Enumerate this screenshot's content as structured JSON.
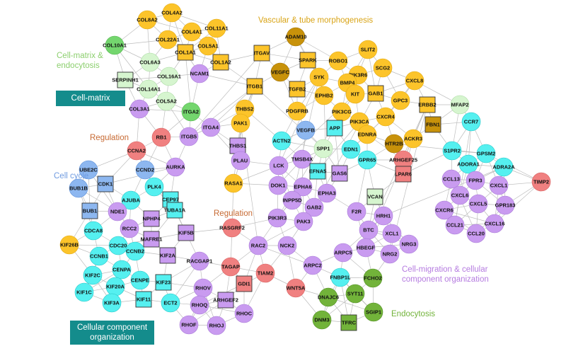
{
  "colors": {
    "vascular": "#FCC42A",
    "vascular_dark": "#C8920A",
    "cellmatrix": "#D6F5CF",
    "cellmatrix_green": "#74D66E",
    "migration": "#C99BF0",
    "cellcycle_cyan": "#55F0F0",
    "cellcycle_blue": "#8DB7F0",
    "regulation": "#F08080",
    "endocytosis": "#72B33A",
    "edge": "#BDBDBD",
    "teal_box": "#148C8C"
  },
  "cluster_labels": [
    {
      "key": "vascular",
      "text": "Vascular & tube morphogenesis",
      "color": "#D9A416"
    },
    {
      "key": "cellmatrix_endo",
      "text": "Cell-matrix &\nendocytosis",
      "color": "#8CCF6E"
    },
    {
      "key": "regulation1",
      "text": "Regulation",
      "color": "#C76A33"
    },
    {
      "key": "cellcycle",
      "text": "Cell cycle",
      "color": "#6F9BE0"
    },
    {
      "key": "regulation2",
      "text": "Regulation",
      "color": "#C76A33"
    },
    {
      "key": "migration",
      "text": "Cell-migration & cellular\ncomponent organization",
      "color": "#B57BE0"
    },
    {
      "key": "endocytosis",
      "text": "Endocytosis",
      "color": "#72B33A"
    }
  ],
  "cluster_boxes": [
    {
      "key": "cellmatrix",
      "text": "Cell-matrix"
    },
    {
      "key": "ccorg",
      "text": "Cellular component\norganization"
    }
  ],
  "nodes": [
    {
      "id": "COL4A2",
      "g": "vascular",
      "s": "c"
    },
    {
      "id": "COL8A2",
      "g": "vascular",
      "s": "c"
    },
    {
      "id": "COL4A1",
      "g": "vascular",
      "s": "c"
    },
    {
      "id": "COL22A1",
      "g": "vascular",
      "s": "c"
    },
    {
      "id": "COL11A1",
      "g": "vascular",
      "s": "c"
    },
    {
      "id": "COL10A1",
      "g": "cellmatrix_green",
      "s": "c"
    },
    {
      "id": "COL1A1",
      "g": "vascular",
      "s": "sq"
    },
    {
      "id": "COL5A1",
      "g": "vascular",
      "s": "c"
    },
    {
      "id": "COL6A3",
      "g": "cellmatrix",
      "s": "c"
    },
    {
      "id": "COL1A2",
      "g": "vascular",
      "s": "sq"
    },
    {
      "id": "ITGAV",
      "g": "vascular",
      "s": "sq"
    },
    {
      "id": "NCAM1",
      "g": "migration",
      "s": "c"
    },
    {
      "id": "SERPINH1",
      "g": "cellmatrix",
      "s": "sq"
    },
    {
      "id": "COL16A1",
      "g": "cellmatrix",
      "s": "c"
    },
    {
      "id": "COL14A1",
      "g": "cellmatrix",
      "s": "c"
    },
    {
      "id": "COL5A2",
      "g": "cellmatrix",
      "s": "c"
    },
    {
      "id": "COL3A1",
      "g": "migration",
      "s": "c"
    },
    {
      "id": "ITGA2",
      "g": "cellmatrix_green",
      "s": "c"
    },
    {
      "id": "ADAM10",
      "g": "vascular_dark",
      "s": "c"
    },
    {
      "id": "SLIT2",
      "g": "vascular",
      "s": "c"
    },
    {
      "id": "SPARK",
      "g": "vascular",
      "s": "sq"
    },
    {
      "id": "ROBO1",
      "g": "vascular",
      "s": "c"
    },
    {
      "id": "VEGFC",
      "g": "vascular_dark",
      "s": "c"
    },
    {
      "id": "SCG2",
      "g": "vascular",
      "s": "c"
    },
    {
      "id": "PIK3R6",
      "g": "vascular",
      "s": "c"
    },
    {
      "id": "SYK",
      "g": "vascular",
      "s": "c"
    },
    {
      "id": "ITGB1",
      "g": "vascular",
      "s": "sq"
    },
    {
      "id": "TGFB2",
      "g": "vascular",
      "s": "sq"
    },
    {
      "id": "BMP4",
      "g": "vascular",
      "s": "c"
    },
    {
      "id": "CXCL8",
      "g": "vascular",
      "s": "c"
    },
    {
      "id": "GAB1",
      "g": "vascular",
      "s": "sq"
    },
    {
      "id": "KIT",
      "g": "vascular",
      "s": "c"
    },
    {
      "id": "EPHB2",
      "g": "vascular",
      "s": "c"
    },
    {
      "id": "ERBB2",
      "g": "vascular",
      "s": "sq"
    },
    {
      "id": "GPC3",
      "g": "vascular",
      "s": "c"
    },
    {
      "id": "PIK3CG",
      "g": "vascular",
      "s": "c"
    },
    {
      "id": "MFAP2",
      "g": "cellmatrix",
      "s": "c"
    },
    {
      "id": "THBS2",
      "g": "vascular",
      "s": "c"
    },
    {
      "id": "PDGFRB",
      "g": "vascular",
      "s": "c"
    },
    {
      "id": "CXCR4",
      "g": "vascular",
      "s": "c"
    },
    {
      "id": "PIK3CA",
      "g": "vascular",
      "s": "c"
    },
    {
      "id": "FBN1",
      "g": "vascular_dark",
      "s": "sq"
    },
    {
      "id": "RB1",
      "g": "regulation",
      "s": "c"
    },
    {
      "id": "PAK1",
      "g": "vascular",
      "s": "c"
    },
    {
      "id": "ITGA4",
      "g": "migration",
      "s": "c"
    },
    {
      "id": "ITGB5",
      "g": "migration",
      "s": "c"
    },
    {
      "id": "VEGFB",
      "g": "cellcycle_blue",
      "s": "c"
    },
    {
      "id": "APP",
      "g": "cellcycle_cyan",
      "s": "sq"
    },
    {
      "id": "EDNRA",
      "g": "vascular",
      "s": "c"
    },
    {
      "id": "ACKR3",
      "g": "vascular",
      "s": "c"
    },
    {
      "id": "HTR2B",
      "g": "vascular_dark",
      "s": "c"
    },
    {
      "id": "CCR7",
      "g": "cellcycle_cyan",
      "s": "c"
    },
    {
      "id": "CCNA2",
      "g": "regulation",
      "s": "c"
    },
    {
      "id": "THBS1",
      "g": "migration",
      "s": "sq"
    },
    {
      "id": "ACTN2",
      "g": "cellcycle_cyan",
      "s": "c"
    },
    {
      "id": "SPP1",
      "g": "cellmatrix",
      "s": "c"
    },
    {
      "id": "EDN1",
      "g": "cellcycle_cyan",
      "s": "c"
    },
    {
      "id": "ARHGEF25",
      "g": "regulation",
      "s": "c"
    },
    {
      "id": "S1PR2",
      "g": "cellcycle_cyan",
      "s": "c"
    },
    {
      "id": "GPSM2",
      "g": "cellcycle_cyan",
      "s": "c"
    },
    {
      "id": "UBE2C",
      "g": "cellcycle_blue",
      "s": "c"
    },
    {
      "id": "CCND2",
      "g": "cellcycle_blue",
      "s": "c"
    },
    {
      "id": "AURKA",
      "g": "migration",
      "s": "c"
    },
    {
      "id": "PLAU",
      "g": "migration",
      "s": "c"
    },
    {
      "id": "TMSB4X",
      "g": "migration",
      "s": "c"
    },
    {
      "id": "GPR65",
      "g": "cellcycle_cyan",
      "s": "c"
    },
    {
      "id": "LPAR6",
      "g": "regulation",
      "s": "sq"
    },
    {
      "id": "ADORA1",
      "g": "cellcycle_cyan",
      "s": "c"
    },
    {
      "id": "ADRA2A",
      "g": "cellcycle_cyan",
      "s": "c"
    },
    {
      "id": "LCK",
      "g": "migration",
      "s": "c"
    },
    {
      "id": "EFNA5",
      "g": "cellcycle_cyan",
      "s": "sq"
    },
    {
      "id": "FPR3",
      "g": "migration",
      "s": "c"
    },
    {
      "id": "CDK1",
      "g": "cellcycle_blue",
      "s": "sq"
    },
    {
      "id": "BUB1B",
      "g": "cellcycle_blue",
      "s": "c"
    },
    {
      "id": "PLK4",
      "g": "cellcycle_cyan",
      "s": "c"
    },
    {
      "id": "RASA1",
      "g": "vascular",
      "s": "c"
    },
    {
      "id": "DOK1",
      "g": "migration",
      "s": "c"
    },
    {
      "id": "GAS6",
      "g": "migration",
      "s": "sq"
    },
    {
      "id": "EPHA6",
      "g": "migration",
      "s": "c"
    },
    {
      "id": "CCL13",
      "g": "migration",
      "s": "c"
    },
    {
      "id": "CXCL1",
      "g": "migration",
      "s": "c"
    },
    {
      "id": "TIMP2",
      "g": "regulation",
      "s": "c"
    },
    {
      "id": "CEP97",
      "g": "cellcycle_cyan",
      "s": "sq"
    },
    {
      "id": "AJUBA",
      "g": "cellcycle_cyan",
      "s": "c"
    },
    {
      "id": "TUBA1A",
      "g": "cellcycle_cyan",
      "s": "sq"
    },
    {
      "id": "BUB1",
      "g": "cellcycle_blue",
      "s": "sq"
    },
    {
      "id": "NDE1",
      "g": "migration",
      "s": "c"
    },
    {
      "id": "NPHP4",
      "g": "migration",
      "s": "sq"
    },
    {
      "id": "INPP5D",
      "g": "migration",
      "s": "c"
    },
    {
      "id": "EPHA3",
      "g": "migration",
      "s": "c"
    },
    {
      "id": "VCAN",
      "g": "cellmatrix",
      "s": "sq"
    },
    {
      "id": "CXCL6",
      "g": "migration",
      "s": "c"
    },
    {
      "id": "CXCL5",
      "g": "migration",
      "s": "c"
    },
    {
      "id": "GPR183",
      "g": "migration",
      "s": "c"
    },
    {
      "id": "GAB2",
      "g": "migration",
      "s": "c"
    },
    {
      "id": "F2R",
      "g": "migration",
      "s": "c"
    },
    {
      "id": "HRH1",
      "g": "migration",
      "s": "c"
    },
    {
      "id": "CDCA8",
      "g": "cellcycle_cyan",
      "s": "c"
    },
    {
      "id": "RCC2",
      "g": "migration",
      "s": "c"
    },
    {
      "id": "KIF5B",
      "g": "migration",
      "s": "sq"
    },
    {
      "id": "RASGRF2",
      "g": "regulation",
      "s": "c"
    },
    {
      "id": "PIK3R3",
      "g": "migration",
      "s": "c"
    },
    {
      "id": "PAK3",
      "g": "migration",
      "s": "c"
    },
    {
      "id": "CXCR6",
      "g": "migration",
      "s": "c"
    },
    {
      "id": "CXCL16",
      "g": "migration",
      "s": "c"
    },
    {
      "id": "CCL21",
      "g": "migration",
      "s": "c"
    },
    {
      "id": "CCL20",
      "g": "migration",
      "s": "c"
    },
    {
      "id": "MAFRE1",
      "g": "migration",
      "s": "sq"
    },
    {
      "id": "CDC20",
      "g": "cellcycle_cyan",
      "s": "c"
    },
    {
      "id": "XCL1",
      "g": "migration",
      "s": "c"
    },
    {
      "id": "BTC",
      "g": "migration",
      "s": "c"
    },
    {
      "id": "NRG3",
      "g": "migration",
      "s": "c"
    },
    {
      "id": "KIF26B",
      "g": "vascular",
      "s": "c"
    },
    {
      "id": "CCNB1",
      "g": "cellcycle_cyan",
      "s": "c"
    },
    {
      "id": "CCNB2",
      "g": "cellcycle_cyan",
      "s": "c"
    },
    {
      "id": "RAC2",
      "g": "migration",
      "s": "c"
    },
    {
      "id": "NCK2",
      "g": "migration",
      "s": "c"
    },
    {
      "id": "HBEGF",
      "g": "migration",
      "s": "c"
    },
    {
      "id": "NRG2",
      "g": "migration",
      "s": "c"
    },
    {
      "id": "KIF2A",
      "g": "migration",
      "s": "sq"
    },
    {
      "id": "RACGAP1",
      "g": "migration",
      "s": "c"
    },
    {
      "id": "ARPC5",
      "g": "migration",
      "s": "c"
    },
    {
      "id": "KIF2C",
      "g": "cellcycle_cyan",
      "s": "c"
    },
    {
      "id": "CENPA",
      "g": "cellcycle_cyan",
      "s": "c"
    },
    {
      "id": "CENPE",
      "g": "cellcycle_cyan",
      "s": "c"
    },
    {
      "id": "TAGAP",
      "g": "regulation",
      "s": "c"
    },
    {
      "id": "TIAM2",
      "g": "regulation",
      "s": "c"
    },
    {
      "id": "ARPC2",
      "g": "migration",
      "s": "c"
    },
    {
      "id": "FCHO2",
      "g": "endocytosis",
      "s": "c"
    },
    {
      "id": "KIF1C",
      "g": "cellcycle_cyan",
      "s": "c"
    },
    {
      "id": "KIF20A",
      "g": "cellcycle_cyan",
      "s": "c"
    },
    {
      "id": "KIF23",
      "g": "cellcycle_cyan",
      "s": "sq"
    },
    {
      "id": "RHOV",
      "g": "migration",
      "s": "c"
    },
    {
      "id": "GDI1",
      "g": "regulation",
      "s": "sq"
    },
    {
      "id": "WNT5A",
      "g": "regulation",
      "s": "c"
    },
    {
      "id": "FNBP1L",
      "g": "cellcycle_cyan",
      "s": "c"
    },
    {
      "id": "SYT11",
      "g": "endocytosis",
      "s": "c"
    },
    {
      "id": "KIF3A",
      "g": "cellcycle_cyan",
      "s": "c"
    },
    {
      "id": "KIF11",
      "g": "cellcycle_cyan",
      "s": "sq"
    },
    {
      "id": "ECT2",
      "g": "cellcycle_cyan",
      "s": "c"
    },
    {
      "id": "RHOQ",
      "g": "migration",
      "s": "c"
    },
    {
      "id": "ARHGEF2",
      "g": "migration",
      "s": "sq"
    },
    {
      "id": "RHOC",
      "g": "migration",
      "s": "c"
    },
    {
      "id": "DNAJC6",
      "g": "endocytosis",
      "s": "c"
    },
    {
      "id": "SGIP1",
      "g": "endocytosis",
      "s": "c"
    },
    {
      "id": "DNM3",
      "g": "endocytosis",
      "s": "c"
    },
    {
      "id": "TFRC",
      "g": "endocytosis",
      "s": "sq"
    },
    {
      "id": "RHOF",
      "g": "migration",
      "s": "c"
    },
    {
      "id": "RHOJ",
      "g": "migration",
      "s": "c"
    }
  ]
}
